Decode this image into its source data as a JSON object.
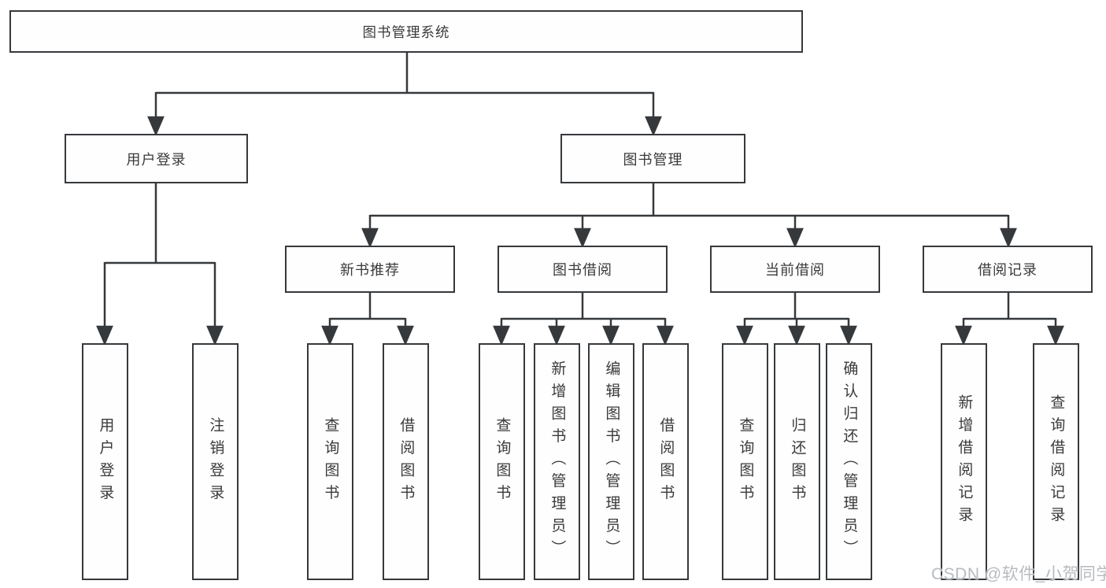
{
  "nodes": {
    "root": "图书管理系统",
    "level2": [
      "用户登录",
      "图书管理"
    ],
    "level3": [
      "新书推荐",
      "图书借阅",
      "当前借阅",
      "借阅记录"
    ],
    "leaves": [
      "用户登录",
      "注销登录",
      "查询图书",
      "借阅图书",
      "查询图书",
      "新增图书（管理员）",
      "编辑图书（管理员）",
      "借阅图书",
      "查询图书",
      "归还图书",
      "确认归还（管理员）",
      "新增借阅记录",
      "查询借阅记录"
    ]
  },
  "watermark": {
    "text": "CSDN @软件_小贺同学"
  },
  "colors": {
    "line": "#36393c",
    "box_border": "#36393c",
    "text": "#3a3a3a",
    "background": "#ffffff",
    "watermark": "#b7bbbf"
  }
}
